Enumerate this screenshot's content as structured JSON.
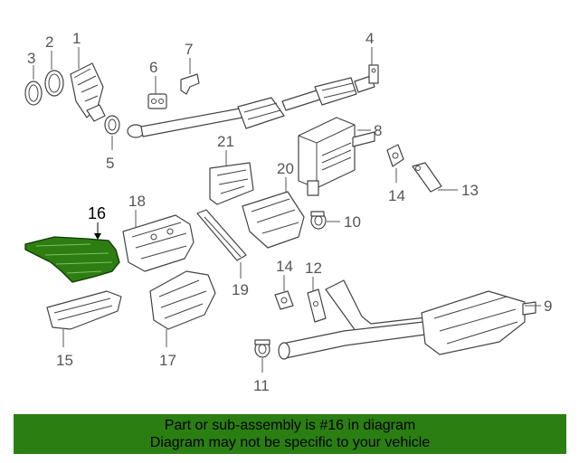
{
  "callouts": {
    "c1": "1",
    "c2": "2",
    "c3": "3",
    "c4": "4",
    "c5": "5",
    "c6": "6",
    "c7": "7",
    "c8": "8",
    "c9": "9",
    "c10": "10",
    "c11": "11",
    "c12": "12",
    "c13": "13",
    "c14a": "14",
    "c14b": "14",
    "c15": "15",
    "c16": "16",
    "c17": "17",
    "c18": "18",
    "c19": "19",
    "c20": "20",
    "c21": "21"
  },
  "highlight": {
    "part": "16",
    "color": "#2e7d12"
  },
  "banner": {
    "line1": "Part or sub-assembly is #16 in diagram",
    "line2": "Diagram may not be specific to your vehicle",
    "color": "#2b7f12"
  }
}
